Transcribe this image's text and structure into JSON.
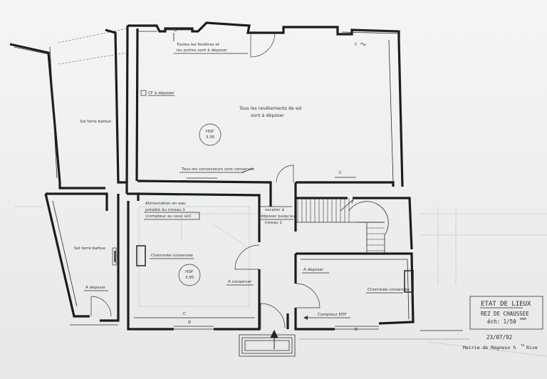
{
  "rooms": {
    "main_hall": {
      "note_windows_line1": "Toutes les fenêtres et",
      "note_windows_line2": "les portes sont à déposer",
      "note_floor_line1": "Tous les revêtements de sol",
      "note_floor_line2": "sont à déposer",
      "cf_label": "CF à déposer",
      "hsp_line1": "HSP",
      "hsp_line2": "3,95",
      "convectors_note": "Tous les convecteurs sont conservés",
      "c_mark_top": "C",
      "c_mark_bottom": "C"
    },
    "left_strip": {
      "label": "Sol terre battue"
    },
    "left_lower": {
      "label": "Sol terre battue",
      "door_label": "A déposer"
    },
    "middle_room": {
      "supply_line1": "Alimentation en eau",
      "supply_line2": "potable du niveau 1",
      "supply_line3": "(compteur au sous sol)",
      "chimney_label": "Cheminée conservée",
      "hsp_line1": "HSP",
      "hsp_line2": "3,95",
      "door_label": "A conserver",
      "c_mark": "C"
    },
    "stair_area": {
      "stair_line1": "escalier à",
      "stair_line2": "déposer jusqu'au",
      "stair_line3": "niveau 1"
    },
    "right_room": {
      "door_label": "A déposer",
      "chimney_label": "Cheminée conservée",
      "meter_label": "Compteur EDF"
    }
  },
  "title_block": {
    "title": "ETAT DE LIEUX",
    "subtitle": "REZ DE CHAUSSEE",
    "scale_prefix": "éch: 1/50",
    "scale_suffix": "eme",
    "date": "23/07/92",
    "owner_prefix": "Mairie de Magneux h",
    "owner_superscript": "te",
    "owner_suffix": "Rive"
  },
  "colors": {
    "wall": "#1c1c1c",
    "paper": "#eef0ee",
    "ink": "#333333"
  }
}
